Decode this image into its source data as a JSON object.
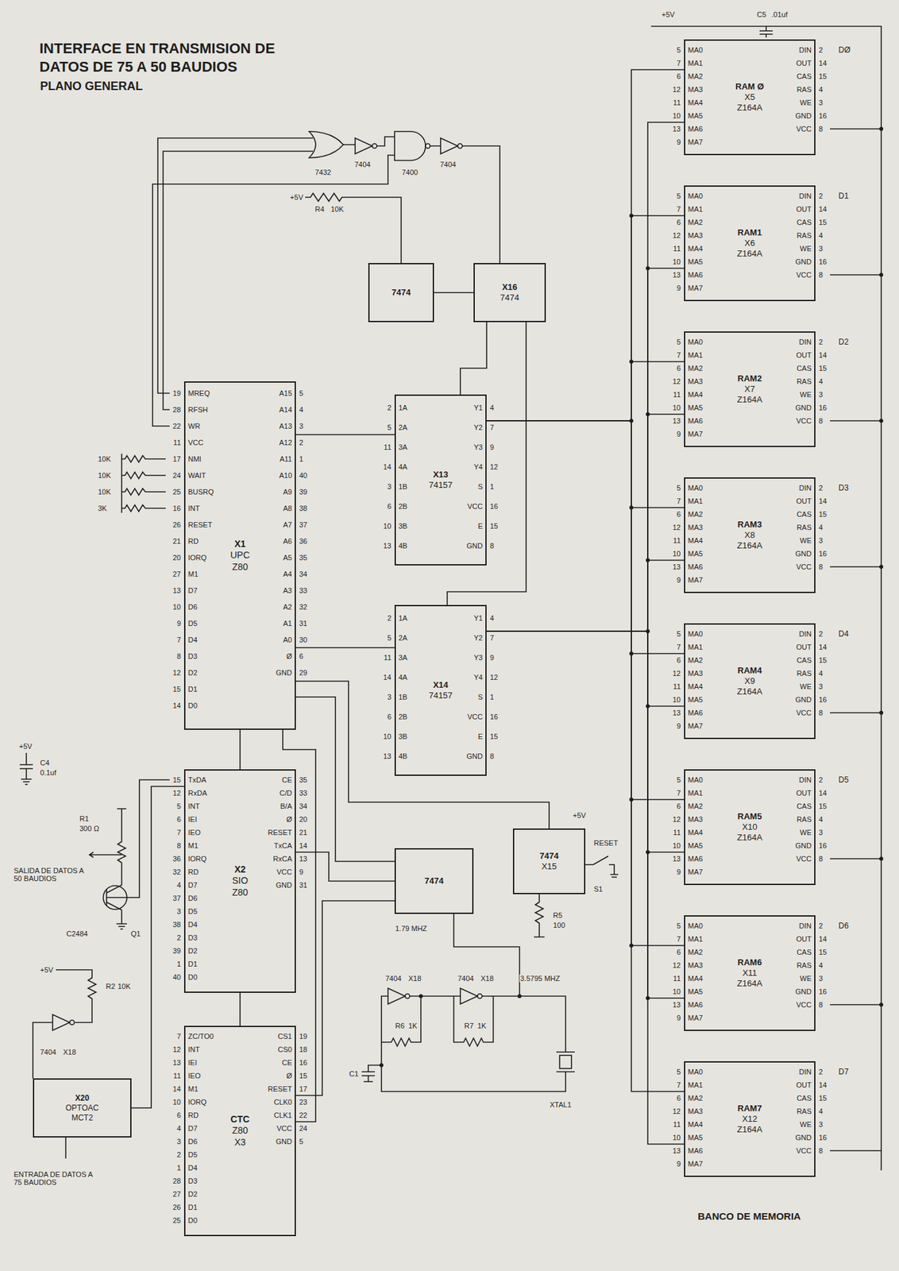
{
  "diagram": {
    "title": "INTERFACE EN TRANSMISION DE DATOS DE 75 A 50 BAUDIOS",
    "nodes": [
      {
        "text": [
          "RAM Ø",
          "X5",
          "Z164A"
        ]
      },
      {
        "text": [
          "RAM1",
          "X6",
          "Z164A"
        ]
      },
      {
        "text": [
          "RAM2",
          "X7",
          "Z164A"
        ]
      },
      {
        "text": [
          "RAM3",
          "X8",
          "Z164A"
        ]
      },
      {
        "text": [
          "RAM4",
          "X9",
          "Z164A"
        ]
      },
      {
        "text": [
          "RAM5",
          "X10",
          "Z164A"
        ]
      },
      {
        "text": [
          "RAM6",
          "X11",
          "Z164A"
        ]
      },
      {
        "text": [
          "RAM7",
          "X12",
          "Z164A"
        ]
      },
      {
        "text": [
          "X1",
          "UPC",
          "Z80"
        ]
      },
      {
        "text": [
          "7474"
        ]
      },
      {
        "text": [
          "X16",
          "7474"
        ]
      },
      {
        "text": [
          "X13",
          "74157"
        ]
      },
      {
        "text": [
          "X14",
          "74157"
        ]
      },
      {
        "text": [
          "X2",
          "SIO",
          "Z80"
        ]
      },
      {
        "text": [
          "CTC",
          "Z80",
          "X3"
        ]
      },
      {
        "text": [
          "7474"
        ]
      },
      {
        "text": [
          "7474",
          "X15"
        ]
      },
      {
        "text": [
          "X20",
          "OPTOAC",
          "MCT2"
        ]
      }
    ],
    "edges": [
      {
        "from": 8,
        "to": 11,
        "arrow": "none"
      },
      {
        "from": 8,
        "to": 12,
        "arrow": "none"
      },
      {
        "from": 11,
        "to": 0,
        "arrow": "none"
      },
      {
        "from": 11,
        "to": 1,
        "arrow": "none"
      },
      {
        "from": 11,
        "to": 2,
        "arrow": "none"
      },
      {
        "from": 11,
        "to": 3,
        "arrow": "none"
      },
      {
        "from": 11,
        "to": 4,
        "arrow": "none"
      },
      {
        "from": 11,
        "to": 5,
        "arrow": "none"
      },
      {
        "from": 11,
        "to": 6,
        "arrow": "none"
      },
      {
        "from": 11,
        "to": 7,
        "arrow": "none"
      },
      {
        "from": 12,
        "to": 0,
        "arrow": "none"
      },
      {
        "from": 12,
        "to": 1,
        "arrow": "none"
      },
      {
        "from": 12,
        "to": 2,
        "arrow": "none"
      },
      {
        "from": 12,
        "to": 3,
        "arrow": "none"
      },
      {
        "from": 12,
        "to": 4,
        "arrow": "none"
      },
      {
        "from": 12,
        "to": 5,
        "arrow": "none"
      },
      {
        "from": 12,
        "to": 6,
        "arrow": "none"
      },
      {
        "from": 12,
        "to": 7,
        "arrow": "none"
      },
      {
        "from": 8,
        "to": 13,
        "arrow": "none"
      },
      {
        "from": 13,
        "to": 14,
        "arrow": "none"
      },
      {
        "from": 8,
        "to": 14,
        "arrow": "none"
      },
      {
        "from": 9,
        "to": 10,
        "arrow": "none"
      },
      {
        "from": 10,
        "to": 11,
        "arrow": "none"
      },
      {
        "from": 10,
        "to": 12,
        "arrow": "none"
      },
      {
        "from": 15,
        "to": 8,
        "arrow": "none"
      },
      {
        "from": 15,
        "to": 13,
        "arrow": "none"
      },
      {
        "from": 15,
        "to": 14,
        "arrow": "none"
      },
      {
        "from": 16,
        "to": 8,
        "arrow": "none"
      },
      {
        "from": 17,
        "to": 13,
        "arrow": "none"
      }
    ],
    "labels": [
      "PLANO GENERAL",
      "+5V",
      "C5",
      ".01uf",
      "MA0",
      "MA1",
      "MA2",
      "MA3",
      "MA4",
      "MA5",
      "MA6",
      "MA7",
      "5",
      "7",
      "6",
      "12",
      "11",
      "10",
      "13",
      "9",
      "DIN",
      "OUT",
      "CAS",
      "RAS",
      "WE",
      "GND",
      "VCC",
      "2",
      "14",
      "15",
      "4",
      "3",
      "16",
      "8",
      "DØ",
      "MA0",
      "MA1",
      "MA2",
      "MA3",
      "MA4",
      "MA5",
      "MA6",
      "MA7",
      "5",
      "7",
      "6",
      "12",
      "11",
      "10",
      "13",
      "9",
      "DIN",
      "OUT",
      "CAS",
      "RAS",
      "WE",
      "GND",
      "VCC",
      "2",
      "14",
      "15",
      "4",
      "3",
      "16",
      "8",
      "D1",
      "MA0",
      "MA1",
      "MA2",
      "MA3",
      "MA4",
      "MA5",
      "MA6",
      "MA7",
      "5",
      "7",
      "6",
      "12",
      "11",
      "10",
      "13",
      "9",
      "DIN",
      "OUT",
      "CAS",
      "RAS",
      "WE",
      "GND",
      "VCC",
      "2",
      "14",
      "15",
      "4",
      "3",
      "16",
      "8",
      "D2",
      "MA0",
      "MA1",
      "MA2",
      "MA3",
      "MA4",
      "MA5",
      "MA6",
      "MA7",
      "5",
      "7",
      "6",
      "12",
      "11",
      "10",
      "13",
      "9",
      "DIN",
      "OUT",
      "CAS",
      "RAS",
      "WE",
      "GND",
      "VCC",
      "2",
      "14",
      "15",
      "4",
      "3",
      "16",
      "8",
      "D3",
      "MA0",
      "MA1",
      "MA2",
      "MA3",
      "MA4",
      "MA5",
      "MA6",
      "MA7",
      "5",
      "7",
      "6",
      "12",
      "11",
      "10",
      "13",
      "9",
      "DIN",
      "OUT",
      "CAS",
      "RAS",
      "WE",
      "GND",
      "VCC",
      "2",
      "14",
      "15",
      "4",
      "3",
      "16",
      "8",
      "D4",
      "MA0",
      "MA1",
      "MA2",
      "MA3",
      "MA4",
      "MA5",
      "MA6",
      "MA7",
      "5",
      "7",
      "6",
      "12",
      "11",
      "10",
      "13",
      "9",
      "DIN",
      "OUT",
      "CAS",
      "RAS",
      "WE",
      "GND",
      "VCC",
      "2",
      "14",
      "15",
      "4",
      "3",
      "16",
      "8",
      "D5",
      "MA0",
      "MA1",
      "MA2",
      "MA3",
      "MA4",
      "MA5",
      "MA6",
      "MA7",
      "5",
      "7",
      "6",
      "12",
      "11",
      "10",
      "13",
      "9",
      "DIN",
      "OUT",
      "CAS",
      "RAS",
      "WE",
      "GND",
      "VCC",
      "2",
      "14",
      "15",
      "4",
      "3",
      "16",
      "8",
      "D6",
      "MA0",
      "MA1",
      "MA2",
      "MA3",
      "MA4",
      "MA5",
      "MA6",
      "MA7",
      "5",
      "7",
      "6",
      "12",
      "11",
      "10",
      "13",
      "9",
      "DIN",
      "OUT",
      "CAS",
      "RAS",
      "WE",
      "GND",
      "VCC",
      "2",
      "14",
      "15",
      "4",
      "3",
      "16",
      "8",
      "D7",
      "MREQ",
      "RFSH",
      "WR",
      "VCC",
      "NMI",
      "WAIT",
      "BUSRQ",
      "INT",
      "RESET",
      "RD",
      "IORQ",
      "M1",
      "D7",
      "D6",
      "D5",
      "D4",
      "D3",
      "D2",
      "D1",
      "D0",
      "19",
      "28",
      "22",
      "11",
      "17",
      "24",
      "25",
      "16",
      "26",
      "21",
      "20",
      "27",
      "13",
      "10",
      "9",
      "7",
      "8",
      "12",
      "15",
      "14",
      "A15",
      "A14",
      "A13",
      "A12",
      "A11",
      "A10",
      "A9",
      "A8",
      "A7",
      "A6",
      "A5",
      "A4",
      "A3",
      "A2",
      "A1",
      "A0",
      "Ø",
      "GND",
      "5",
      "4",
      "3",
      "2",
      "1",
      "40",
      "39",
      "38",
      "37",
      "36",
      "35",
      "34",
      "33",
      "32",
      "31",
      "30",
      "6",
      "29",
      "1A",
      "2A",
      "3A",
      "4A",
      "1B",
      "2B",
      "3B",
      "4B",
      "2",
      "5",
      "11",
      "14",
      "3",
      "6",
      "10",
      "13",
      "Y1",
      "Y2",
      "Y3",
      "Y4",
      "S",
      "VCC",
      "E",
      "GND",
      "4",
      "7",
      "9",
      "12",
      "1",
      "16",
      "15",
      "8",
      "1A",
      "2A",
      "3A",
      "4A",
      "1B",
      "2B",
      "3B",
      "4B",
      "2",
      "5",
      "11",
      "14",
      "3",
      "6",
      "10",
      "13",
      "Y1",
      "Y2",
      "Y3",
      "Y4",
      "S",
      "VCC",
      "E",
      "GND",
      "4",
      "7",
      "9",
      "12",
      "1",
      "16",
      "15",
      "8",
      "TxDA",
      "RxDA",
      "INT",
      "IEI",
      "IEO",
      "M1",
      "IORQ",
      "RD",
      "D7",
      "D6",
      "D5",
      "D4",
      "D3",
      "D2",
      "D1",
      "D0",
      "15",
      "12",
      "5",
      "6",
      "7",
      "8",
      "36",
      "32",
      "4",
      "37",
      "3",
      "38",
      "2",
      "39",
      "1",
      "40",
      "CE",
      "C/D",
      "B/A",
      "Ø",
      "RESET",
      "TxCA",
      "RxCA",
      "VCC",
      "GND",
      "35",
      "33",
      "34",
      "20",
      "21",
      "14",
      "13",
      "9",
      "31",
      "ZC/TO0",
      "INT",
      "IEI",
      "IEO",
      "M1",
      "IORQ",
      "RD",
      "D7",
      "D6",
      "D5",
      "D4",
      "D3",
      "D2",
      "D1",
      "D0",
      "7",
      "12",
      "13",
      "11",
      "14",
      "10",
      "6",
      "4",
      "3",
      "2",
      "1",
      "28",
      "27",
      "26",
      "25",
      "CS1",
      "CS0",
      "CE",
      "Ø",
      "RESET",
      "CLK0",
      "CLK1",
      "VCC",
      "GND",
      "19",
      "18",
      "16",
      "15",
      "17",
      "23",
      "22",
      "24",
      "5",
      "7432",
      "7404",
      "7400",
      "7404",
      "R4",
      "10K",
      "+5V",
      "1.79 MHZ",
      "+5V",
      "RESET",
      "S1",
      "R5",
      "100",
      "7404",
      "X18",
      "7404",
      "X18",
      "R6",
      "1K",
      "R7",
      "1K",
      "C1",
      "XTAL1",
      "3.5795 MHZ",
      "BANCO DE MEMORIA",
      "+5V",
      "C4",
      "0.1uf",
      "SALIDA DE DATOS A 50 BAUDIOS",
      "R1",
      "300 Ω",
      "C2484",
      "Q1",
      "+5V",
      "R2",
      "10K",
      "7404",
      "X18",
      "ENTRADA DE DATOS A 75 BAUDIOS",
      "10K",
      "10K",
      "10K",
      "3K"
    ]
  }
}
